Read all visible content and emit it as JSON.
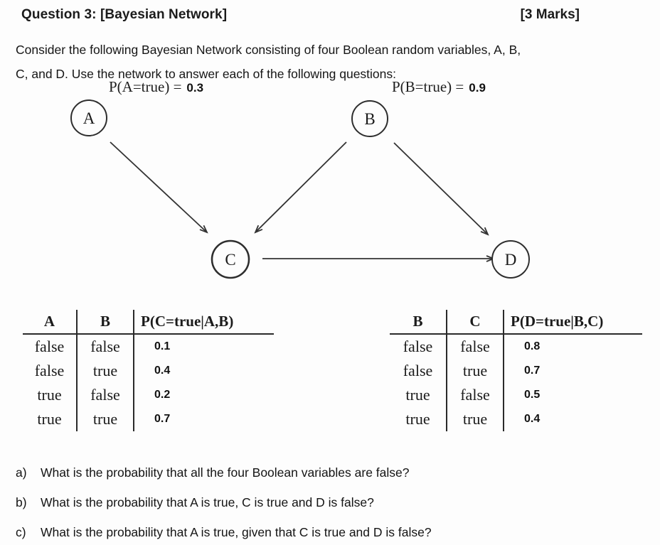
{
  "page": {
    "title": "Question 3: [Bayesian Network]",
    "marks": "[3 Marks]",
    "intro_line1": "Consider the following Bayesian Network consisting of four Boolean random variables, A, B,",
    "intro_line2": "C, and D. Use the network to answer each of the following questions:"
  },
  "network": {
    "nodes": {
      "a": "A",
      "b": "B",
      "c": "C",
      "d": "D"
    },
    "prior_a": {
      "label": "P(A=true) =",
      "value": "0.3"
    },
    "prior_b": {
      "label": "P(B=true) =",
      "value": "0.9"
    },
    "edges": [
      "A->C",
      "B->C",
      "B->D",
      "C->D"
    ]
  },
  "cpt_c": {
    "headers": [
      "A",
      "B",
      "P(C=true|A,B)"
    ],
    "rows": [
      [
        "false",
        "false",
        "0.1"
      ],
      [
        "false",
        "true",
        "0.4"
      ],
      [
        "true",
        "false",
        "0.2"
      ],
      [
        "true",
        "true",
        "0.7"
      ]
    ]
  },
  "cpt_d": {
    "headers": [
      "B",
      "C",
      "P(D=true|B,C)"
    ],
    "rows": [
      [
        "false",
        "false",
        "0.8"
      ],
      [
        "false",
        "true",
        "0.7"
      ],
      [
        "true",
        "false",
        "0.5"
      ],
      [
        "true",
        "true",
        "0.4"
      ]
    ]
  },
  "questions": [
    {
      "label": "a)",
      "text": "What is the probability that all the four Boolean variables are false?"
    },
    {
      "label": "b)",
      "text": "What is the probability that A is true, C is true and D is false?"
    },
    {
      "label": "c)",
      "text": "What is the probability that A is true, given that C is true and D is false?"
    }
  ]
}
